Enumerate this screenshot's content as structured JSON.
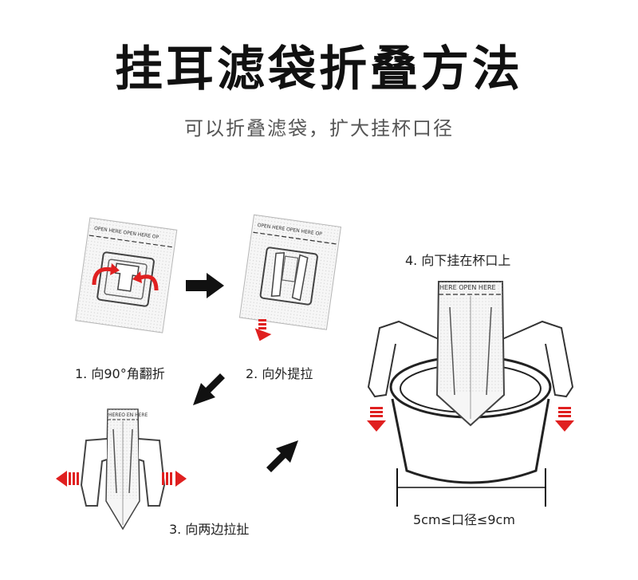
{
  "header": {
    "title": "挂耳滤袋折叠方法",
    "subtitle": "可以折叠滤袋，扩大挂杯口径"
  },
  "steps": [
    {
      "label": "1. 向90°角翻折"
    },
    {
      "label": "2. 向外提拉"
    },
    {
      "label": "3. 向两边拉扯"
    },
    {
      "label": "4. 向下挂在杯口上"
    }
  ],
  "bag_print": {
    "text_long": "OPEN HERE OPEN HERE OP",
    "text_short": "HERE OPEN HERE",
    "text_tiny": "HEREO EN HERE"
  },
  "measure": {
    "label": "5cm≤口径≤9cm"
  },
  "colors": {
    "accent": "#e02020",
    "ink": "#111111",
    "paper": "#f3f3f3"
  }
}
